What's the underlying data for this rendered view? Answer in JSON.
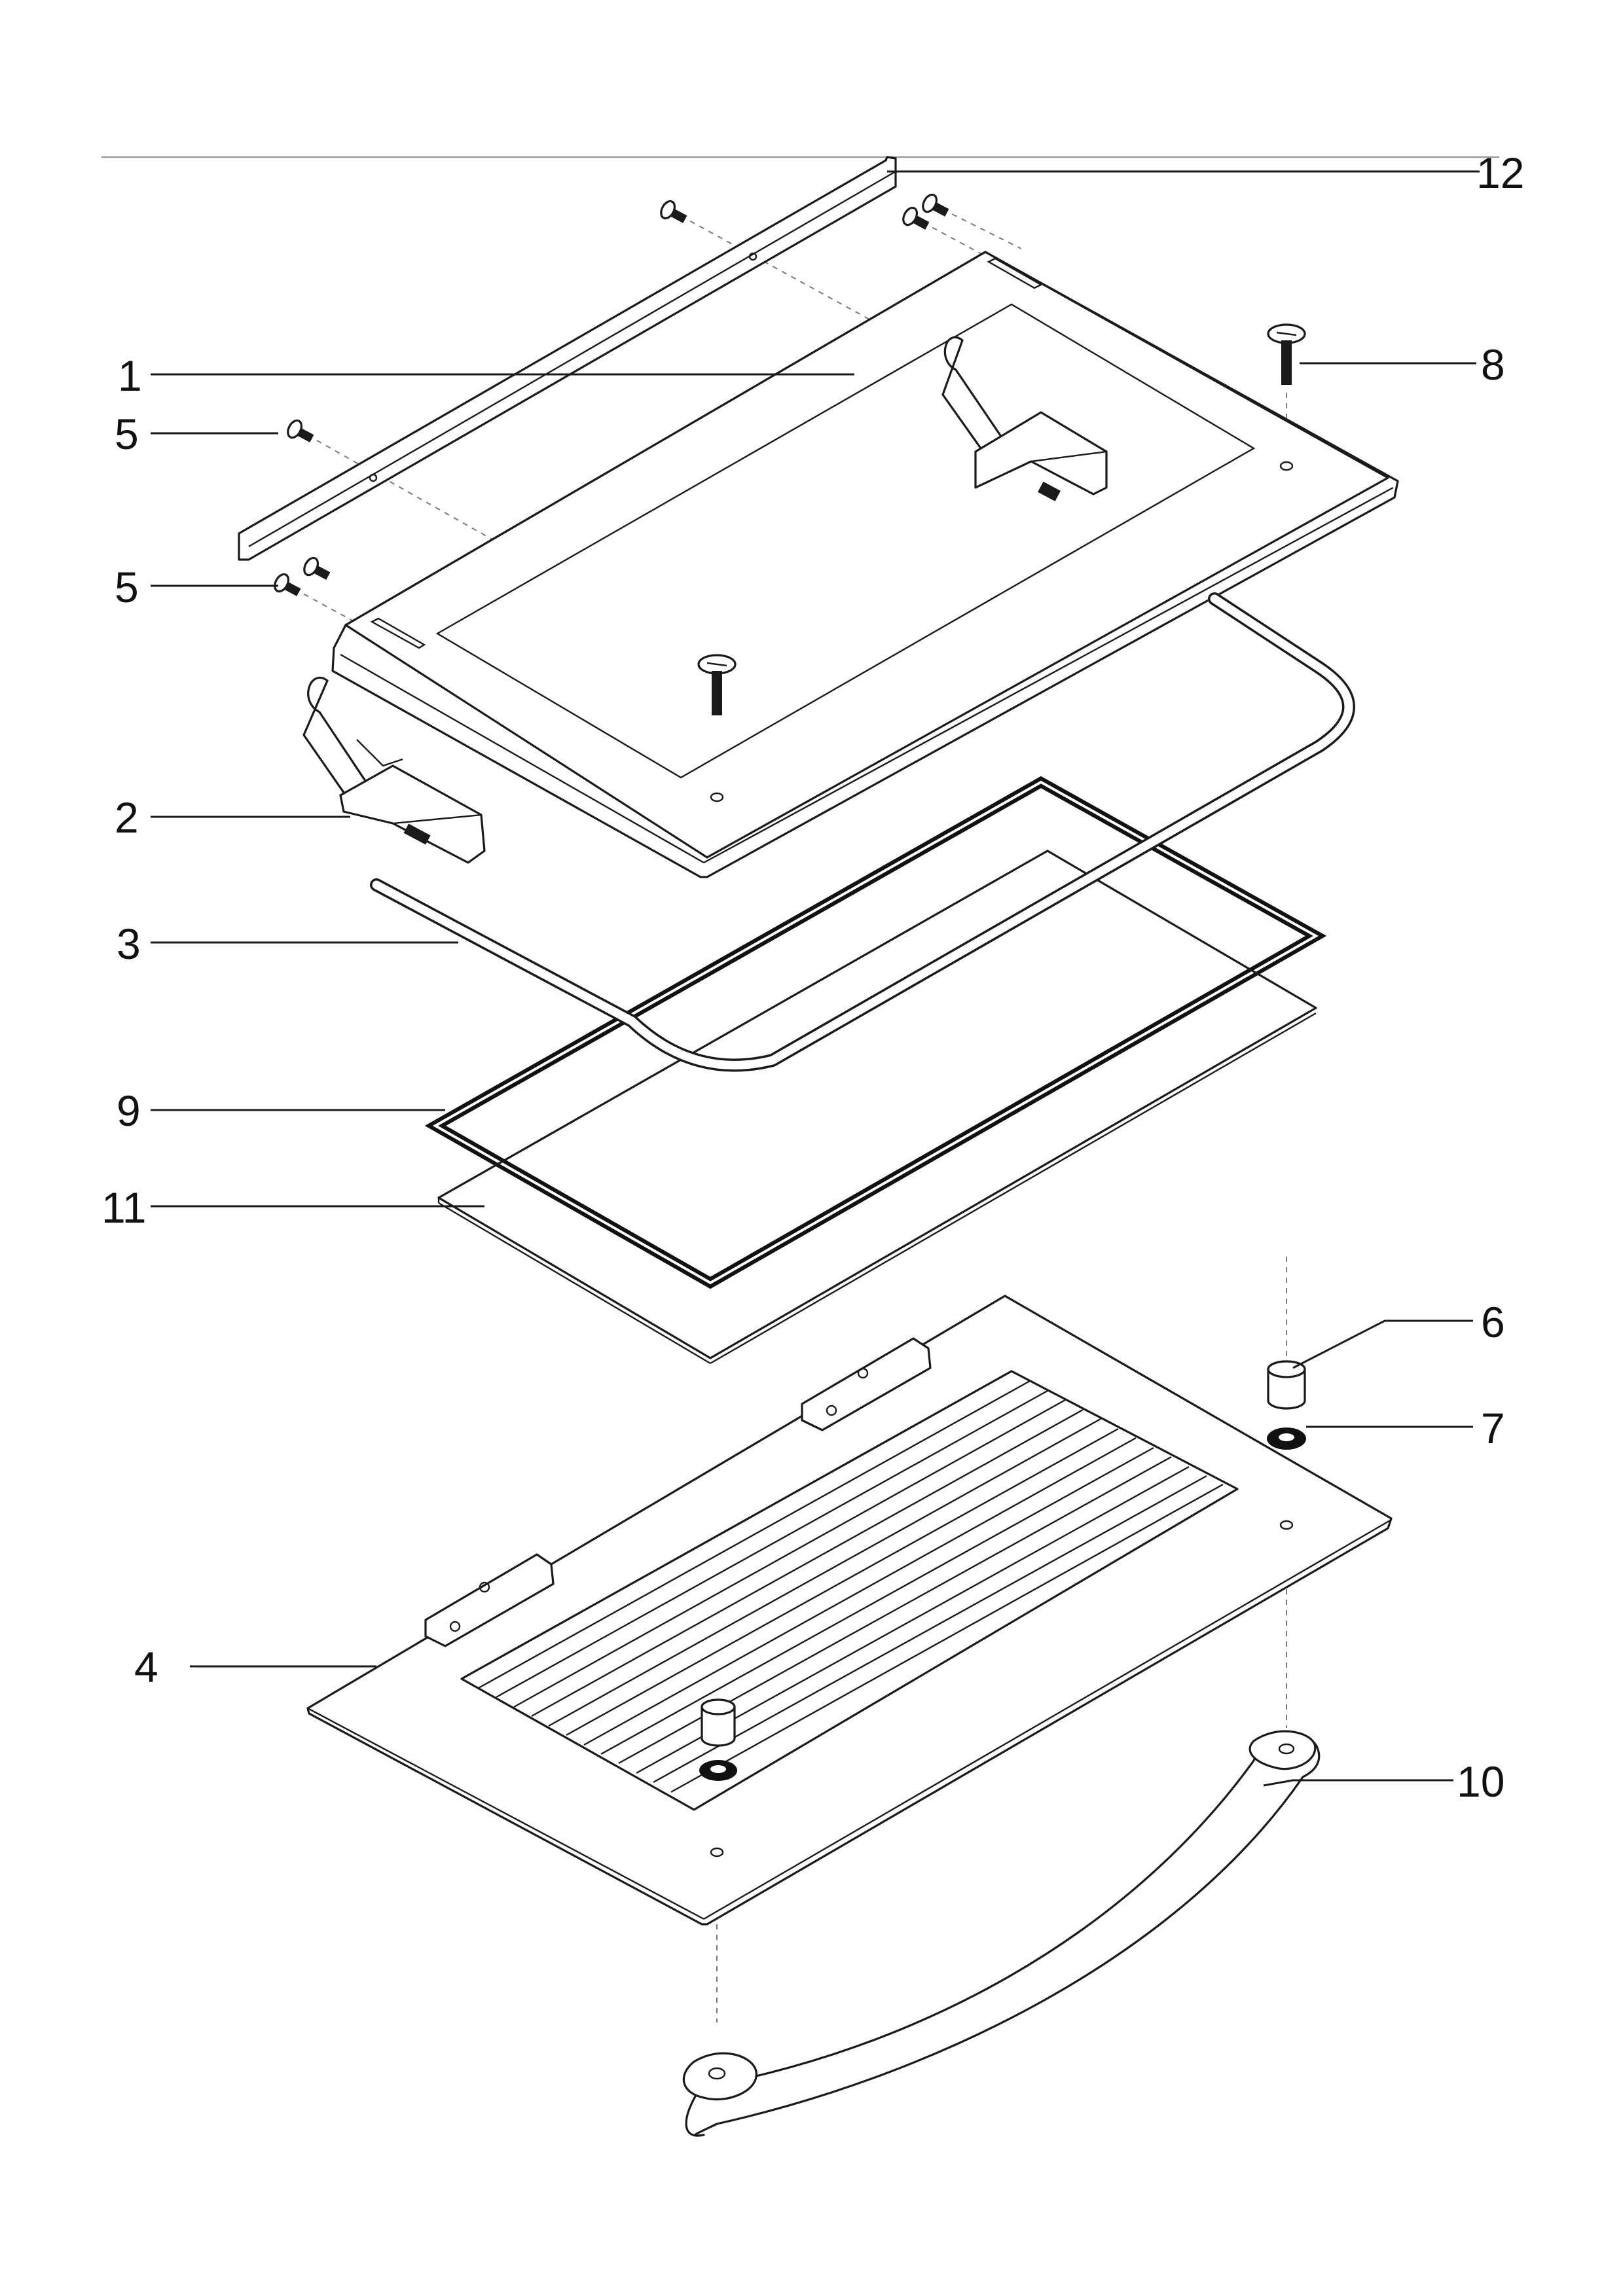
{
  "diagram": {
    "callouts": [
      {
        "id": "c1",
        "label": "1"
      },
      {
        "id": "c2",
        "label": "2"
      },
      {
        "id": "c3",
        "label": "3"
      },
      {
        "id": "c4",
        "label": "4"
      },
      {
        "id": "c5a",
        "label": "5"
      },
      {
        "id": "c5b",
        "label": "5"
      },
      {
        "id": "c6",
        "label": "6"
      },
      {
        "id": "c7",
        "label": "7"
      },
      {
        "id": "c8",
        "label": "8"
      },
      {
        "id": "c9",
        "label": "9"
      },
      {
        "id": "c10",
        "label": "10"
      },
      {
        "id": "c11",
        "label": "11"
      },
      {
        "id": "c12",
        "label": "12"
      }
    ],
    "colors": {
      "line": "#1a1a1a",
      "gasket": "#111111",
      "paper": "#ffffff",
      "guide": "#7a7a7a"
    }
  }
}
